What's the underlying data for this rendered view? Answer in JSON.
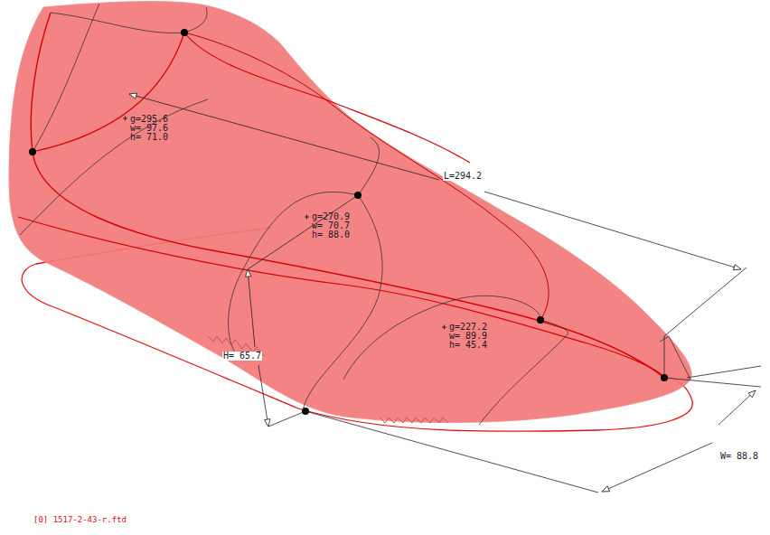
{
  "diagram": {
    "labels": [
      "g=295.6",
      "w= 97.6",
      "h= 71.0",
      "L=294.2",
      "g=270.9",
      "w= 70.7",
      "h= 88.0",
      "H= 65.7",
      "g=227.2",
      "w= 89.9",
      "h= 45.4",
      "W= 88.8",
      "[0] 1517-2-43-r.ftd"
    ]
  }
}
